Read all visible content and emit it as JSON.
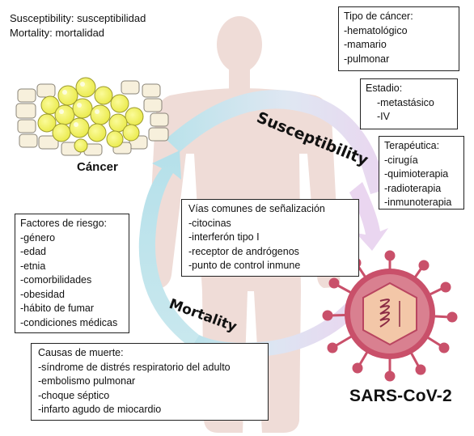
{
  "legend": {
    "line1": "Susceptibility: susceptibilidad",
    "line2": "Mortality: mortalidad"
  },
  "labels": {
    "cancer": "Cáncer",
    "virus": "SARS-CoV-2",
    "susceptibility": "Susceptibility",
    "mortality": "Mortality"
  },
  "boxes": {
    "cancer_type": {
      "title": "Tipo de cáncer:",
      "items": [
        "-hematológico",
        "-mamario",
        "-pulmonar"
      ]
    },
    "stage": {
      "title": "Estadio:",
      "items": [
        "-metastásico",
        "-IV"
      ]
    },
    "therapeutics": {
      "title": "Terapéutica:",
      "items": [
        "-cirugía",
        "-quimioterapia",
        "-radioterapia",
        "-inmunoterapia"
      ]
    },
    "pathways": {
      "title": "Vías comunes de señalización",
      "items": [
        "-citocinas",
        "-interferón tipo I",
        "-receptor de andrógenos",
        "-punto de control inmune"
      ]
    },
    "risk": {
      "title": "Factores de riesgo:",
      "items": [
        "-género",
        "-edad",
        "-etnia",
        "-comorbilidades",
        "-obesidad",
        "-hábito de fumar",
        "-condiciones médicas"
      ]
    },
    "death": {
      "title": "Causas de muerte:",
      "items": [
        "-síndrome de distrés respiratorio del adulto",
        "-embolismo pulmonar",
        "-choque séptico",
        "-infarto agudo de miocardio"
      ]
    }
  },
  "colors": {
    "silhouette": "#efdcd7",
    "arrow_blue": "#b9e2ea",
    "arrow_pink": "#ead6f0",
    "cell_yellow": "#f2f25a",
    "cell_cream": "#f7f0dc",
    "virus_body": "#c9506a",
    "virus_inner": "#f3c7a8"
  }
}
